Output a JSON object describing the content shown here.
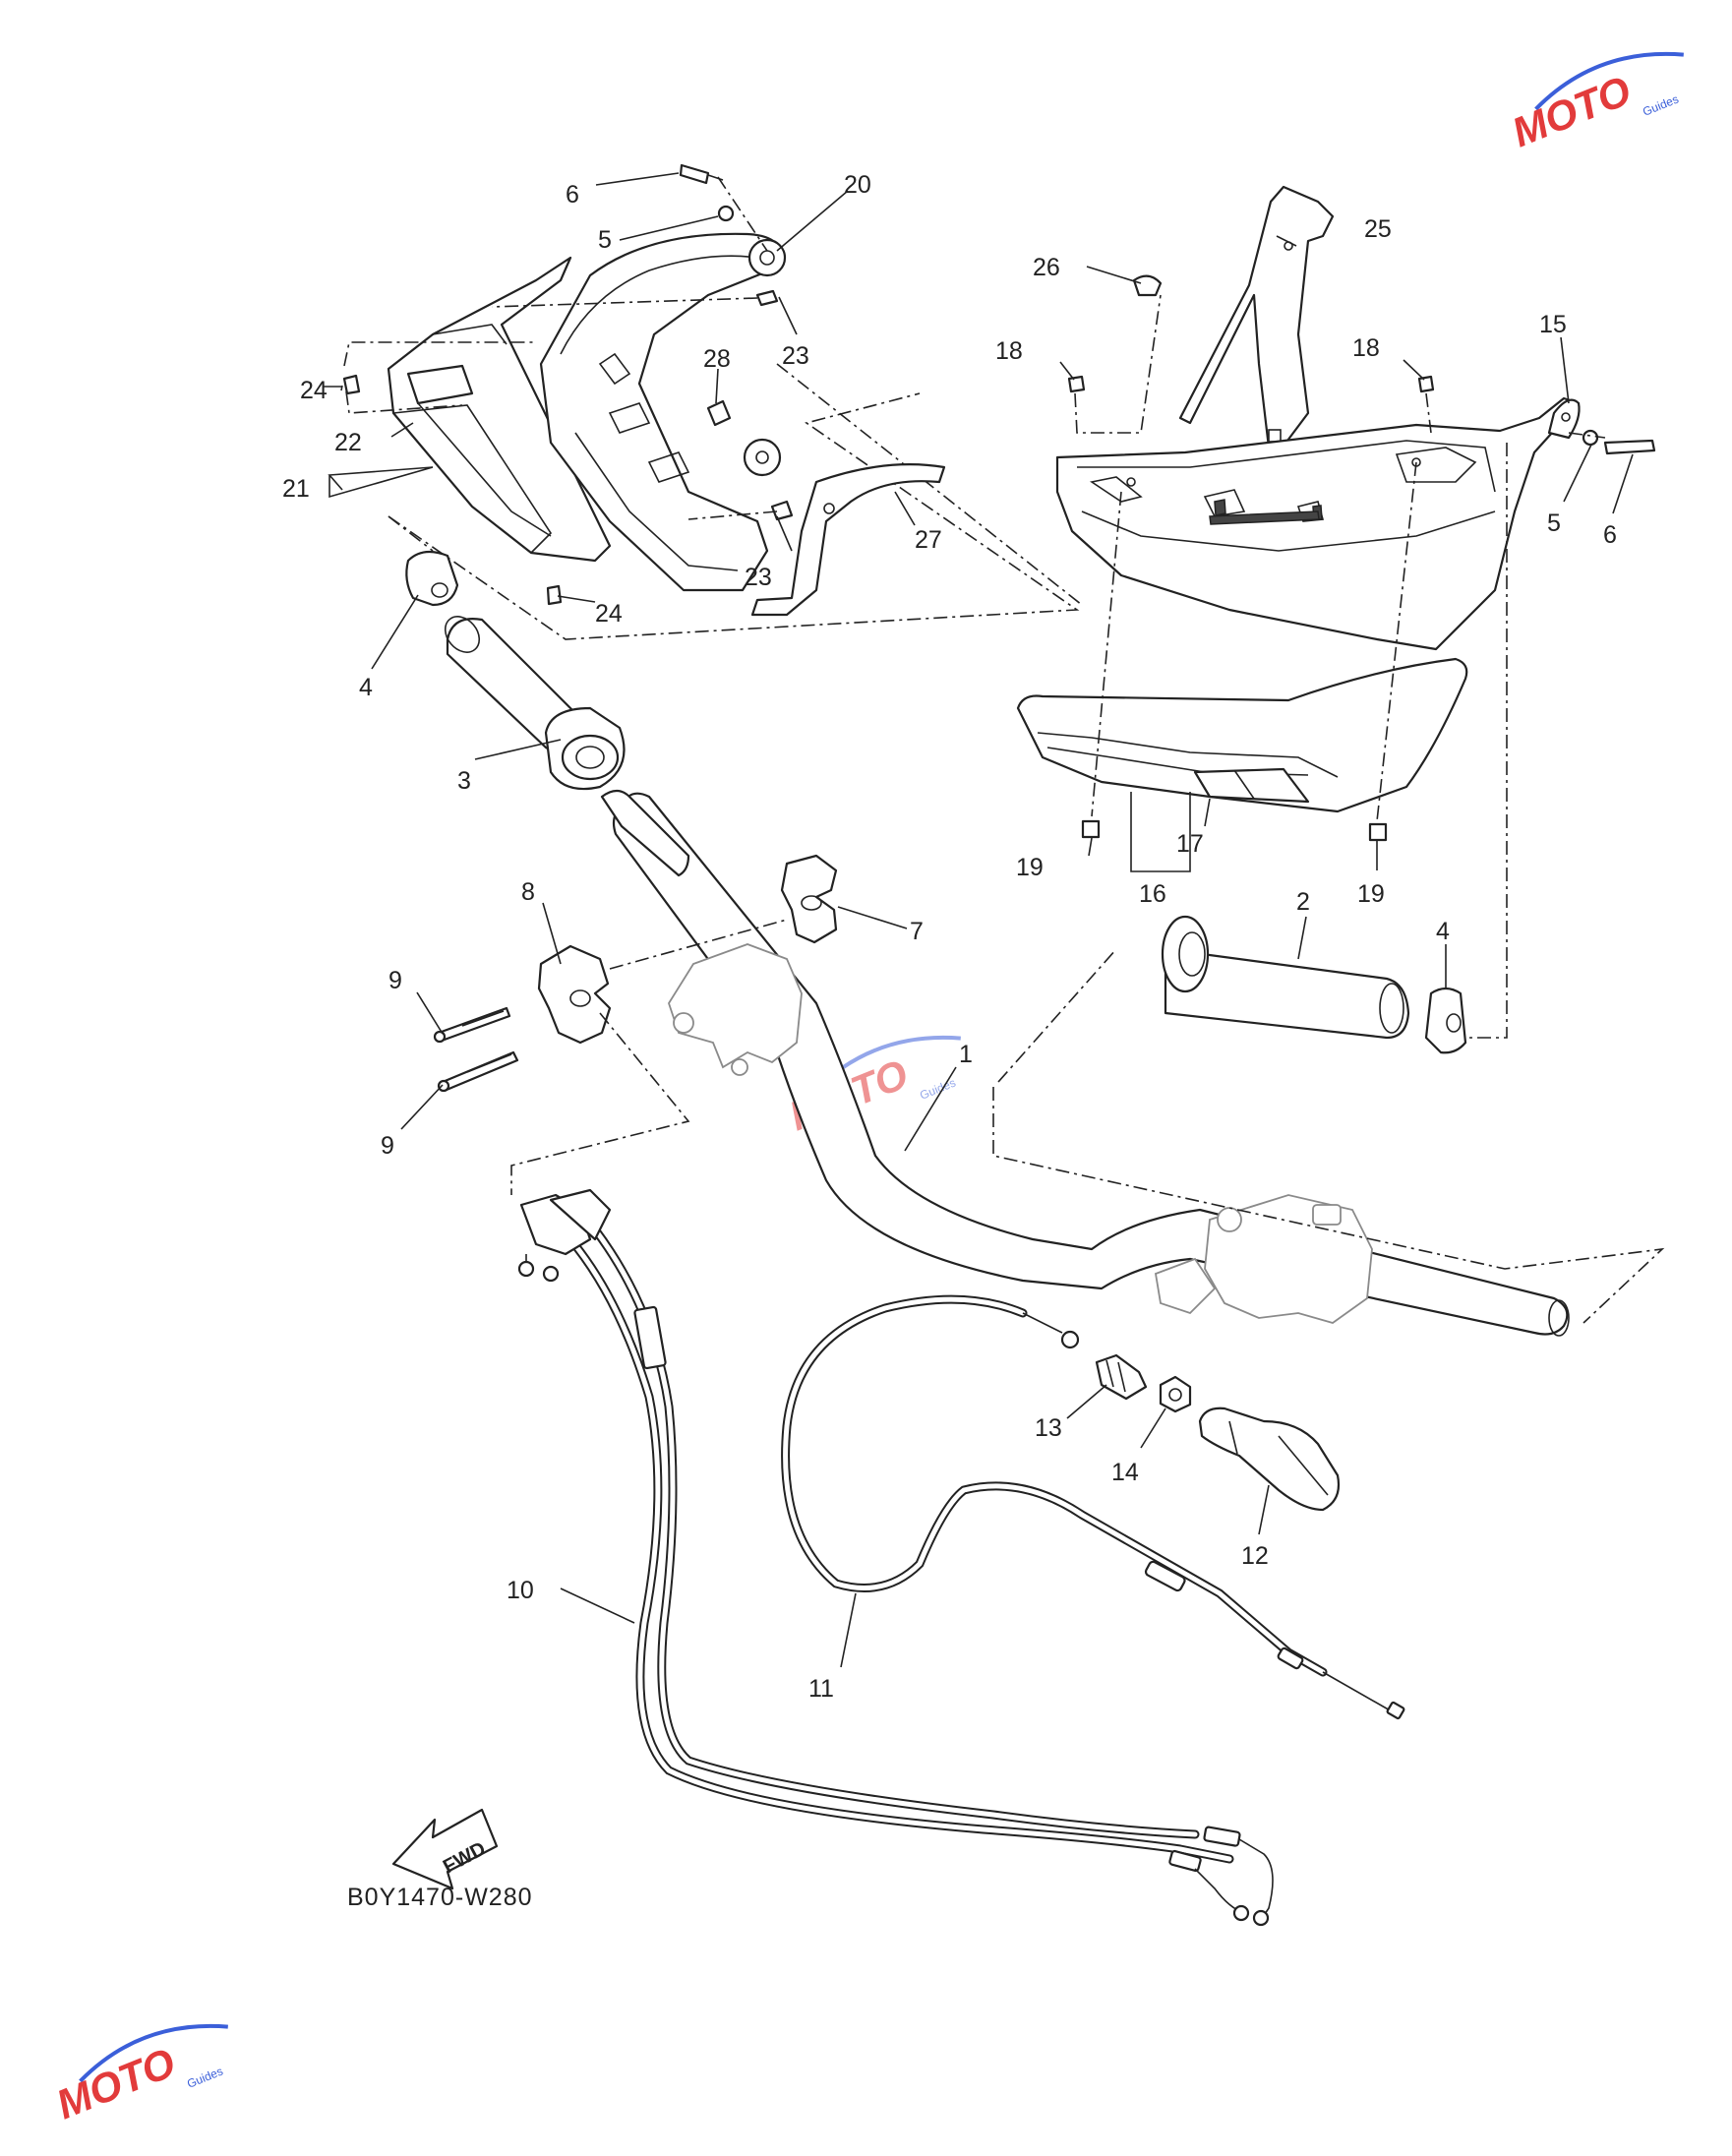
{
  "diagram_code": "B0Y1470-W280",
  "fwd_label": "FWD",
  "watermark": {
    "brand": "MOTO",
    "tagline": "Guides",
    "colors": {
      "red": "#e23b3b",
      "blue": "#3b5fd9"
    }
  },
  "callouts": [
    "1",
    "2",
    "3",
    "4",
    "4",
    "5",
    "5",
    "6",
    "6",
    "7",
    "8",
    "9",
    "9",
    "10",
    "11",
    "12",
    "13",
    "14",
    "15",
    "16",
    "17",
    "18",
    "18",
    "19",
    "19",
    "20",
    "21",
    "22",
    "23",
    "23",
    "24",
    "24",
    "25",
    "26",
    "27",
    "28"
  ]
}
